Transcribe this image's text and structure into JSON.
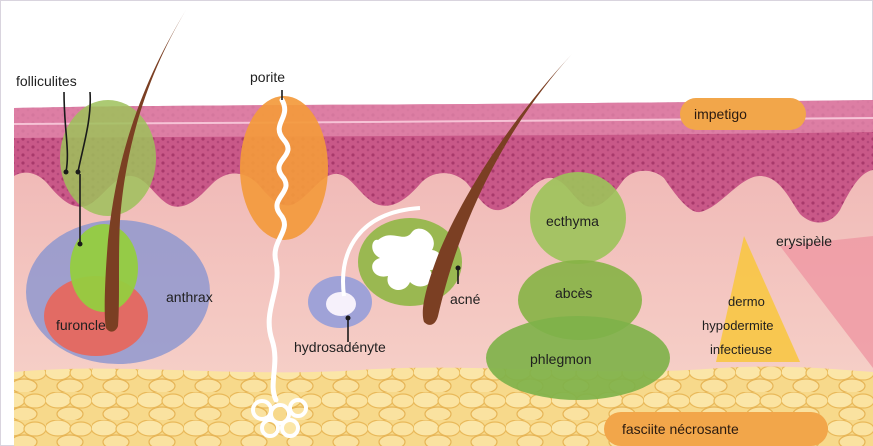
{
  "labels": {
    "folliculites": "folliculites",
    "porite": "porite",
    "impetigo": "impetigo",
    "ecthyma": "ecthyma",
    "erysipele": "erysipèle",
    "anthrax": "anthrax",
    "abces": "abcès",
    "acne": "acné",
    "furoncle": "furoncle",
    "hydrosadenyte": "hydrosadényte",
    "dermo_line1": "dermo",
    "dermo_line2": "hypodermite",
    "dermo_line3": "infectieuse",
    "phlegmon": "phlegmon",
    "fasciite": "fasciite nécrosante"
  },
  "colors": {
    "epidermis": "#c44f7e",
    "epidermis_light": "#e59ab6",
    "dermis": "#f2c3bf",
    "hypodermis": "#f6d27e",
    "hair": "#7b3f23",
    "green_ellipse": "#8fc24f",
    "orange_ellipse": "#f39a3c",
    "blue_ellipse": "#9aa0d8",
    "red_ellipse": "#e8655b",
    "pill": "#f2a64a",
    "yellow_triangle": "#f8c744",
    "pink_triangle": "#ef9aa4"
  }
}
